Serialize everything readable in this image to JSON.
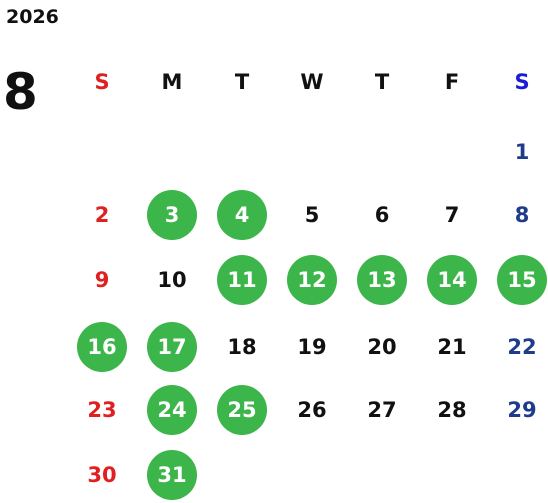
{
  "calendar": {
    "year": "2026",
    "month": "8",
    "weekdays": [
      "S",
      "M",
      "T",
      "W",
      "T",
      "F",
      "S"
    ],
    "first_weekday_index": 6,
    "days_in_month": 31,
    "highlighted_days": [
      3,
      4,
      11,
      12,
      13,
      14,
      15,
      16,
      17,
      24,
      25,
      31
    ],
    "colors": {
      "sunday": "#e02020",
      "saturday_header": "#1a1adb",
      "saturday": "#1e3c8c",
      "weekday": "#111111",
      "highlight_bg": "#3cb54a",
      "highlight_text": "#ffffff"
    }
  }
}
